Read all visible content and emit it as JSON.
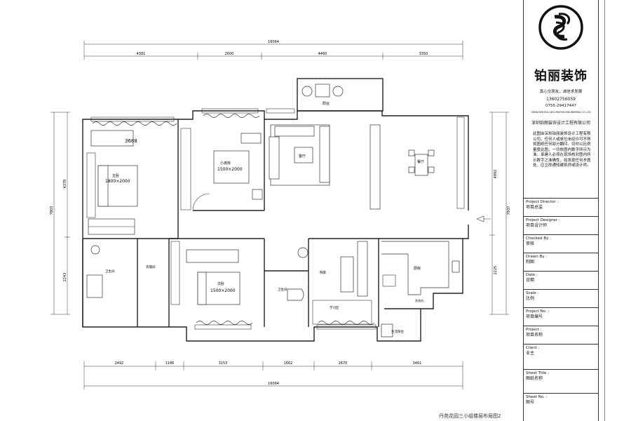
{
  "drawing": {
    "overall_top": "16064",
    "overall_bottom": "16064",
    "top_dims": [
      "4381",
      "2600",
      "4460",
      "3350"
    ],
    "bottom_dims": [
      "2492",
      "1186",
      "3153",
      "1662",
      "2670",
      "3461"
    ],
    "left_overall": "7803",
    "left_dims": [
      "4378",
      "2243"
    ],
    "right_overall": "7937",
    "right_dims": [
      "4992",
      "2225"
    ],
    "inner_dim": "3688",
    "rooms": {
      "master_bed": "主卧",
      "master_bed_size": "1800×2000",
      "child_bed": "小孩房",
      "child_bed_size": "1500×2000",
      "second_bed": "次卧",
      "second_bed_size": "1500×2000",
      "living": "客厅",
      "dining": "餐厅",
      "balcony": "阳台",
      "study": "书房",
      "kitchen": "厨房",
      "master_bath": "卫生间",
      "cloakroom": "衣帽间",
      "public_bath": "卫生间",
      "laundry": "生活阳台",
      "study_area": "学习区",
      "laundry_machine": "洗衣机"
    },
    "caption": "丹苑花园三小组楼层布局图2"
  },
  "titleblock": {
    "company_cn": "铂丽装饰",
    "slogan": "真心交朋友，诚信求发展",
    "phone1": "13602756059",
    "phone2": "0755-29417447",
    "address_small": "SHENZHEN BOLI DECORATION ENGINEERING CO.,LTD",
    "company_full": "深圳铂丽装饰设计工程有限公司",
    "notice": "此图由深圳铂丽装饰设计工程有限公司，任何人或单位未经许可不得将图纸任何部分翻印。切勿以比例量度此图，一切依图内数字所示为准。承建人必须在现场核对图内所示数字之准确性，如发现任何矛盾处，应立即通知建筑师或设计师。",
    "fields": [
      {
        "en": "Project Director :",
        "cn": "项目总监"
      },
      {
        "en": "Project Designer :",
        "cn": "项目设计师"
      },
      {
        "en": "Checked By :",
        "cn": "审核"
      },
      {
        "en": "Drawn By :",
        "cn": "制图"
      },
      {
        "en": "Date :",
        "cn": "日期"
      },
      {
        "en": "Scale :",
        "cn": "比例"
      },
      {
        "en": "Project No. :",
        "cn": "项目编号"
      },
      {
        "en": "Project :",
        "cn": "项目名称"
      },
      {
        "en": "Client :",
        "cn": "业主"
      },
      {
        "en": "Sheet Title :",
        "cn": "图纸名称"
      },
      {
        "en": "Sheet No. :",
        "cn": "图号"
      }
    ]
  }
}
